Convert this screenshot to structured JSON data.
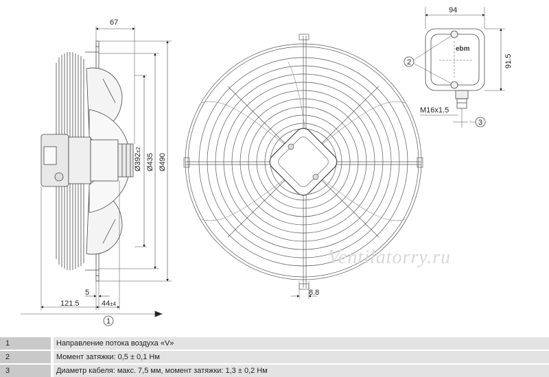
{
  "dimensions": {
    "depth_total": "67",
    "box_width": "94",
    "box_height": "91.5",
    "cable_gland": "M16x1.5",
    "d_392": "Ø392",
    "d_392_tol": "±2",
    "d_435": "Ø435",
    "d_490": "Ø490",
    "offset_5": "5",
    "len_121_5": "121.5",
    "len_44": "44",
    "len_44_tol": "±4",
    "slot_8_8": "8.8"
  },
  "callouts": {
    "c1": "1",
    "c2": "2",
    "c3": "3"
  },
  "brand": "ebm",
  "watermark": "Ventilatorry.ru",
  "legend": [
    {
      "num": "1",
      "text": "Направление потока воздуха «V»"
    },
    {
      "num": "2",
      "text": "Момент затяжки: 0,5 ± 0,1 Нм"
    },
    {
      "num": "3",
      "text": "Диаметр кабеля: макс. 7,5 мм, момент затяжки: 1,3 ± 0,2 Нм"
    }
  ]
}
